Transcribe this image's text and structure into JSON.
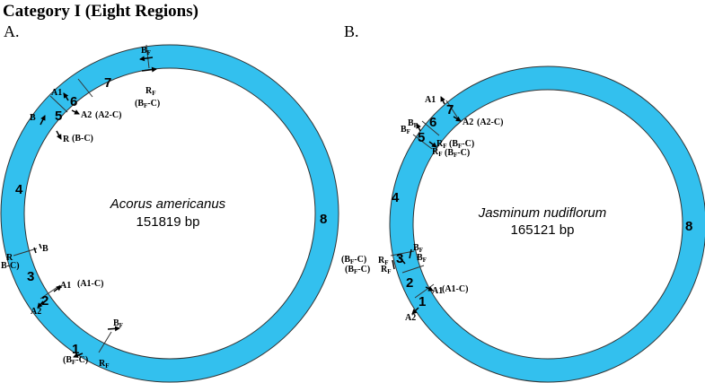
{
  "header": {
    "title": "Category I (Eight Regions)",
    "panel_a": "A.",
    "panel_b": "B."
  },
  "colors": {
    "ring": "#33c0ee",
    "outline": "#333333"
  },
  "genome_a": {
    "species": "Acorus americanus",
    "size": "151819 bp",
    "regions": [
      "1",
      "2",
      "3",
      "4",
      "5",
      "6",
      "7",
      "8"
    ],
    "primers": {
      "bf_top": "B",
      "bf_top_sub": "F",
      "rf_top": "R",
      "rf_top_sub": "F",
      "bf_c_top": "(B",
      "bf_c_top_sub": "F",
      "bf_c_top_end": "-C)",
      "a1_top": "A1",
      "a2_top": "A2",
      "a2c_top": "(A2-C)",
      "b_upper": "B",
      "r_upper": "R",
      "bc_upper": "(B-C)",
      "b_mid": "B",
      "r_mid": "R",
      "bc_mid": "B-C)",
      "a1_low": "A1",
      "a1c_low": "(A1-C)",
      "a2_low": "A2",
      "bf_bot": "B",
      "bf_bot_sub": "F",
      "bfc_bot": "(B",
      "bfc_bot_sub": "F",
      "bfc_bot_end": "-C)",
      "rf_bot": "R",
      "rf_bot_sub": "F"
    }
  },
  "genome_b": {
    "species": "Jasminum nudiflorum",
    "size": "165121 bp",
    "regions": [
      "1",
      "2",
      "3",
      "4",
      "5",
      "6",
      "7",
      "8"
    ],
    "primers": {
      "a1_top": "A1",
      "a2_top": "A2",
      "a2c_top": "(A2-C)",
      "bf1": "B",
      "bf1_sub": "F",
      "bf2": "B",
      "bf2_sub": "F",
      "rf1": "R",
      "rf1_sub": "F",
      "rf2": "R",
      "rf2_sub": "F",
      "bfc1": "(B",
      "bfc1_sub": "F",
      "bfc1_end": "-C)",
      "bfc2": "(B",
      "bfc2_sub": "F",
      "bfc2_end": "-C)",
      "bfc3": "(B",
      "bfc3_sub": "F",
      "bfc3_end": "-C)",
      "bfc4": "(B",
      "bfc4_sub": "F",
      "bfc4_end": "-C)",
      "rf3": "R",
      "rf3_sub": "F",
      "rf4": "R",
      "rf4_sub": "F",
      "bf3": "B",
      "bf3_sub": "F",
      "bf4": "B",
      "bf4_sub": "F",
      "a1_low": "A1",
      "a1c_low": "(A1-C)",
      "a2_low": "A2"
    }
  }
}
